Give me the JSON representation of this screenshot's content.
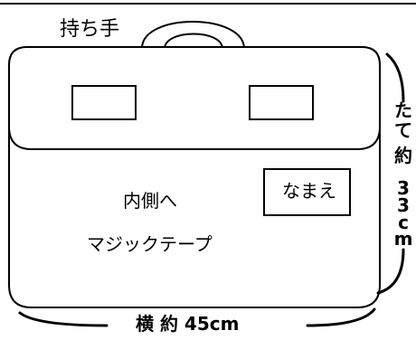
{
  "labels": {
    "handle": "持ち手",
    "inside": "内側へ",
    "velcro": "マジックテープ",
    "name_tag": "なまえ",
    "width": "横 約 45cm",
    "height_lines": [
      "た",
      "て",
      "約",
      "3",
      "3",
      "c",
      "m"
    ]
  },
  "colors": {
    "stroke": "#000000",
    "background": "#ffffff"
  }
}
